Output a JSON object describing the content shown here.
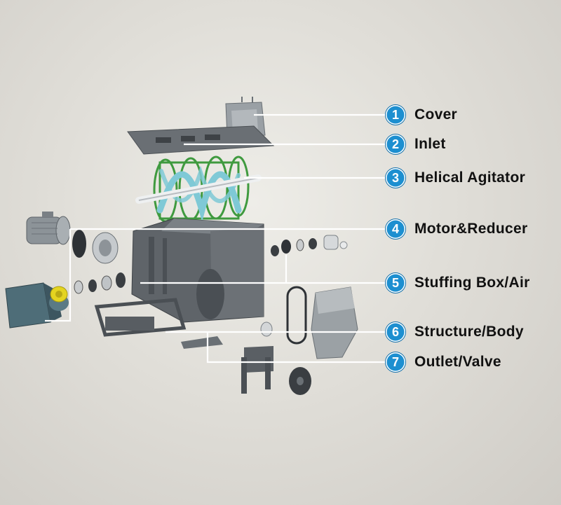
{
  "callouts": [
    {
      "number": "1",
      "label": "Cover"
    },
    {
      "number": "2",
      "label": "Inlet"
    },
    {
      "number": "3",
      "label": "Helical Agitator"
    },
    {
      "number": "4",
      "label": "Motor&Reducer"
    },
    {
      "number": "5",
      "label": "Stuffing Box/Air"
    },
    {
      "number": "6",
      "label": "Structure/Body"
    },
    {
      "number": "7",
      "label": "Outlet/Valve"
    }
  ],
  "colors": {
    "badge": "#1d8fd0",
    "leader_line": "#ffffff",
    "machine_body": "#5f6469",
    "agitator_ribbon": "#7fc9d6",
    "agitator_frame": "#3f9a3f",
    "coupling": "#e4d420"
  }
}
